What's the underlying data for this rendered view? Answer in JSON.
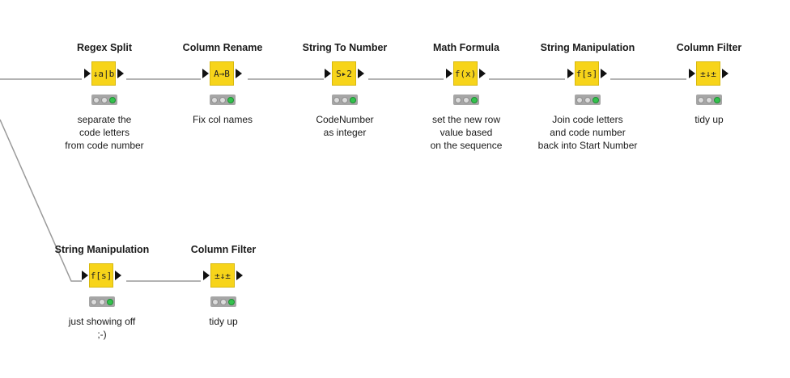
{
  "workflow": {
    "nodes": [
      {
        "id": "regex-split",
        "title": "Regex Split",
        "icon": "regex-split-icon",
        "glyph": "↓a|b",
        "description": [
          "separate the",
          "code letters",
          "from code number"
        ],
        "status_color": "#33c24d"
      },
      {
        "id": "column-rename",
        "title": "Column Rename",
        "icon": "column-rename-icon",
        "glyph": "A→B",
        "description": [
          "Fix col names"
        ],
        "status_color": "#33c24d"
      },
      {
        "id": "string-to-number",
        "title": "String To Number",
        "icon": "string-to-number-icon",
        "glyph": "S▸2",
        "description": [
          "CodeNumber",
          "as integer"
        ],
        "status_color": "#33c24d"
      },
      {
        "id": "math-formula",
        "title": "Math Formula",
        "icon": "math-formula-icon",
        "glyph": "f(x)",
        "description": [
          "set the new row",
          "value based",
          "on the sequence"
        ],
        "status_color": "#33c24d"
      },
      {
        "id": "string-manipulation-1",
        "title": "String Manipulation",
        "icon": "string-manipulation-icon",
        "glyph": "f[s]",
        "description": [
          "Join code letters",
          "and code number",
          "back into Start Number"
        ],
        "status_color": "#33c24d"
      },
      {
        "id": "column-filter-1",
        "title": "Column Filter",
        "icon": "column-filter-icon",
        "glyph": "±↓±",
        "description": [
          "tidy up"
        ],
        "status_color": "#33c24d"
      },
      {
        "id": "string-manipulation-2",
        "title": "String Manipulation",
        "icon": "string-manipulation-icon",
        "glyph": "f[s]",
        "description": [
          "just showing off",
          ";-)"
        ],
        "status_color": "#33c24d"
      },
      {
        "id": "column-filter-2",
        "title": "Column Filter",
        "icon": "column-filter-icon",
        "glyph": "±↓±",
        "description": [
          "tidy up"
        ],
        "status_color": "#33c24d"
      }
    ]
  },
  "colors": {
    "node_fill": "#f7d41a",
    "wire": "#9a9a9a",
    "status_green": "#33c24d"
  }
}
